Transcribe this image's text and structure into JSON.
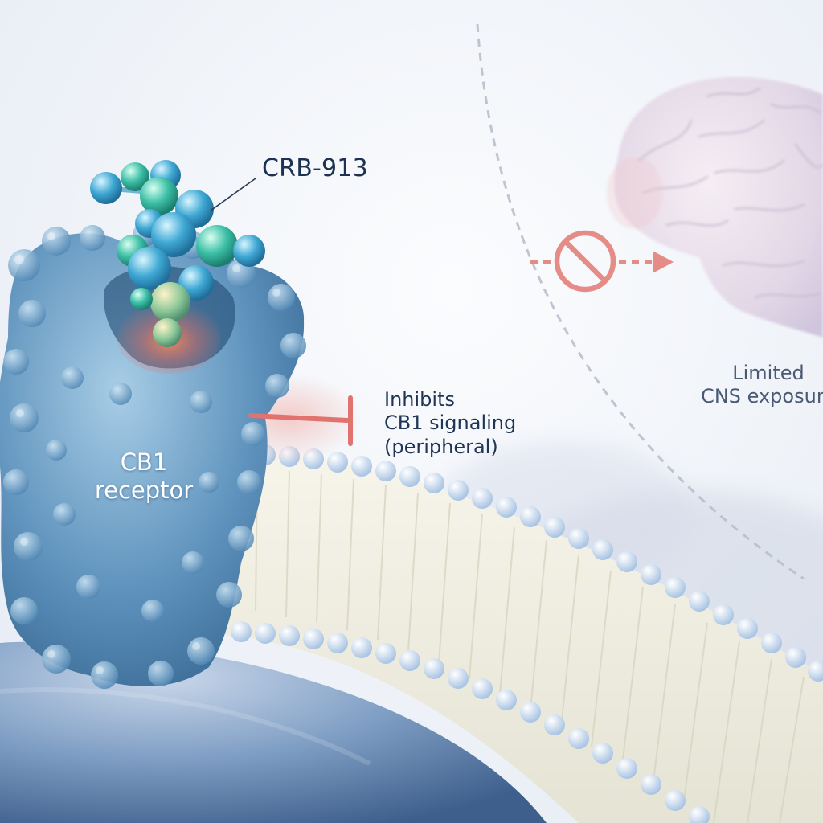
{
  "labels": {
    "ligand": "CRB-913",
    "receptor_line1": "CB1",
    "receptor_line2": "receptor",
    "effect_line1": "Inhibits",
    "effect_line2": "CB1 signaling",
    "effect_line3": "(peripheral)",
    "cns_line1": "Limited",
    "cns_line2": "CNS exposure"
  },
  "colors": {
    "receptor": "#5d8fb8",
    "ligand": "#3aa3c9",
    "inhibition": "#e0736e",
    "blocked_symbol": "#e58c87",
    "barrier_line": "#b9bfca",
    "brain": "#e4dbe8",
    "membrane_head": "#c9dcf0",
    "membrane_tail": "#f3f1e6"
  },
  "icons": {
    "blocked": "no-entry-icon",
    "arrow": "dashed-arrow-icon",
    "brain": "brain-icon"
  }
}
